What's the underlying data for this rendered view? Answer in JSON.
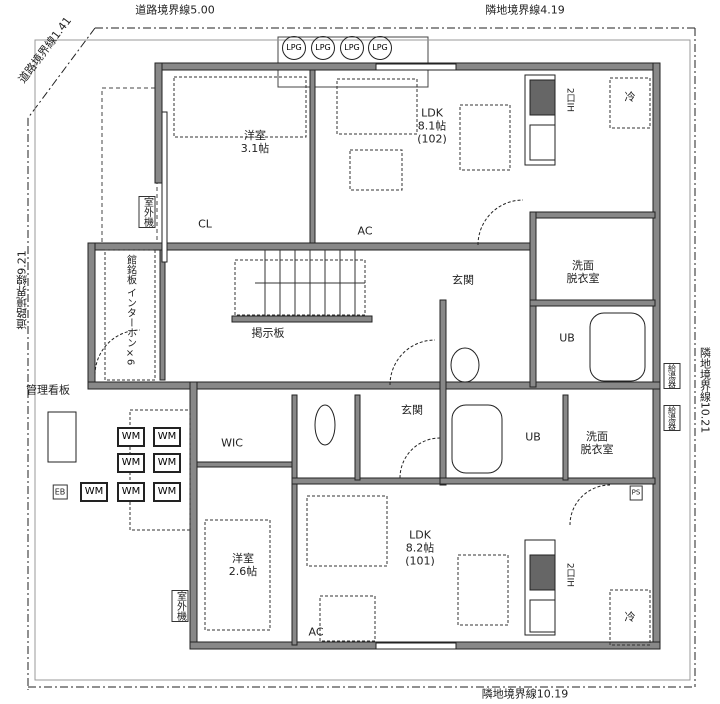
{
  "boundaries": {
    "road_top": "道路境界線5.00",
    "neighbor_top": "隣地境界線4.19",
    "road_corner": "道路境界線1.41",
    "road_left": "道路境界線9.21",
    "neighbor_right": "隣地境界線10.21",
    "neighbor_bottom": "隣地境界線10.19"
  },
  "lpg": [
    "LPG",
    "LPG",
    "LPG",
    "LPG"
  ],
  "unit102": {
    "bedroom": {
      "name": "洋室",
      "size": "3.1帖"
    },
    "ldk": {
      "name": "LDK",
      "size": "8.1帖",
      "number": "(102)"
    },
    "closet": "CL",
    "ac": "AC",
    "stove": "2口IH",
    "fridge": "冷",
    "outdoor_unit": "室外機",
    "entrance": "玄関",
    "washroom": [
      "洗面",
      "脱衣室"
    ],
    "bath": "UB",
    "water_heater": "給湯器"
  },
  "common": {
    "nameplate": "館銘板",
    "intercom": "インターホン×6",
    "board": "掲示板",
    "mgmt_sign": "管理看板",
    "box": "EB",
    "wm": [
      "WM",
      "WM",
      "WM",
      "WM",
      "WM",
      "WM",
      "WM"
    ]
  },
  "unit101": {
    "wic": "WIC",
    "bedroom": {
      "name": "洋室",
      "size": "2.6帖"
    },
    "ldk": {
      "name": "LDK",
      "size": "8.2帖",
      "number": "(101)"
    },
    "ac": "AC",
    "stove": "2口IH",
    "fridge": "冷",
    "outdoor_unit": "室外機",
    "entrance": "玄関",
    "washroom": [
      "洗面",
      "脱衣室"
    ],
    "bath": "UB",
    "water_heater": "給湯器",
    "ps": "PS"
  }
}
